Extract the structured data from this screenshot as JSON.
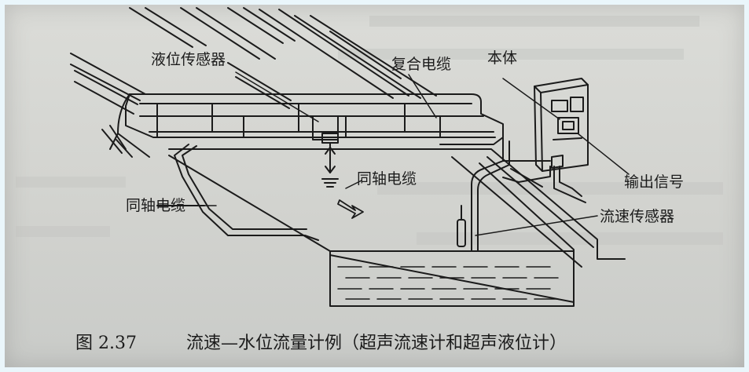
{
  "labels": {
    "level_sensor": "液位传感器",
    "composite_cable": "复合电缆",
    "body": "本体",
    "coax_cable_middle": "同轴电缆",
    "coax_cable_left": "同轴电缆",
    "output_signal": "输出信号",
    "flow_sensor": "流速传感器"
  },
  "caption": {
    "figure_number": "图 2.37",
    "title": "流速—水位流量计例（超声流速计和超声液位计）"
  },
  "colors": {
    "ink": "#1b1b1b",
    "paper": "#d6d7d3",
    "frame": "#eaf6fb"
  }
}
